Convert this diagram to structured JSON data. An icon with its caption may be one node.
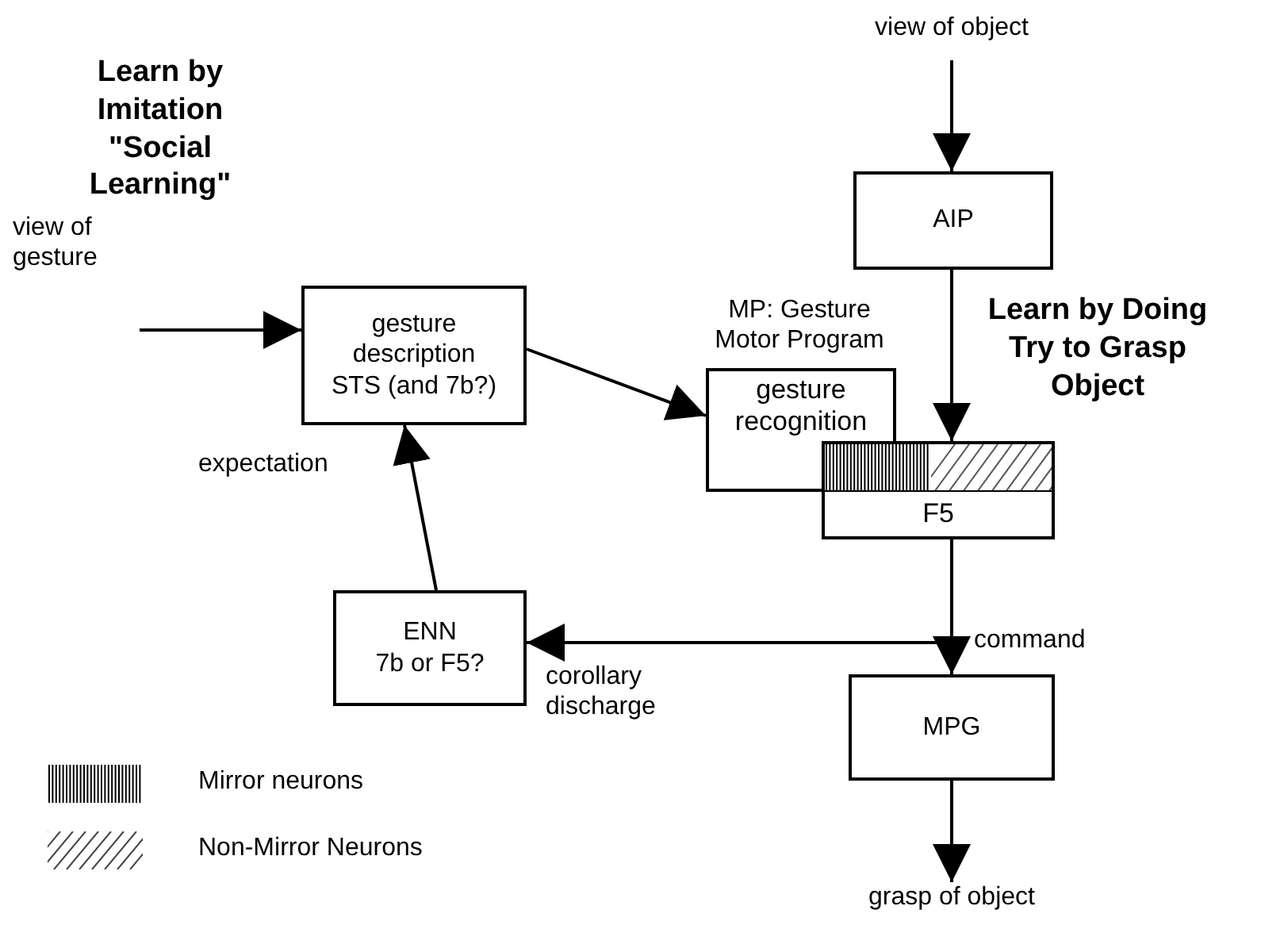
{
  "diagram": {
    "nodes": [
      {
        "text": [
          "view of gesture"
        ]
      },
      {
        "text": [
          "gesture description STS (and 7b?)"
        ]
      },
      {
        "text": [
          "view of object"
        ]
      },
      {
        "text": [
          "AIP"
        ]
      },
      {
        "text": [
          "MP: Gesture Motor Program",
          "gesture recognition"
        ]
      },
      {
        "text": [
          "F5"
        ]
      },
      {
        "text": [
          "ENN",
          "7b or F5?"
        ]
      },
      {
        "text": [
          "MPG"
        ]
      },
      {
        "text": [
          "grasp of object"
        ]
      }
    ],
    "edges": [
      {
        "from": 0,
        "to": 1,
        "arrow": "to"
      },
      {
        "from": 1,
        "to": 4,
        "arrow": "to"
      },
      {
        "from": 6,
        "to": 1,
        "arrow": "to",
        "label": "expectation"
      },
      {
        "from": 2,
        "to": 3,
        "arrow": "to"
      },
      {
        "from": 3,
        "to": 5,
        "arrow": "to"
      },
      {
        "from": 5,
        "to": 7,
        "arrow": "to",
        "label": "command"
      },
      {
        "from": 5,
        "to": 6,
        "arrow": "to",
        "label": "corollary discharge"
      },
      {
        "from": 7,
        "to": 8,
        "arrow": "to"
      }
    ],
    "labels": [
      "Learn by Imitation \"Social Learning\"",
      "Learn by Doing Try to Grasp Object"
    ],
    "legend": [
      {
        "text": "Mirror neurons"
      },
      {
        "text": "Non-Mirror Neurons"
      }
    ]
  }
}
